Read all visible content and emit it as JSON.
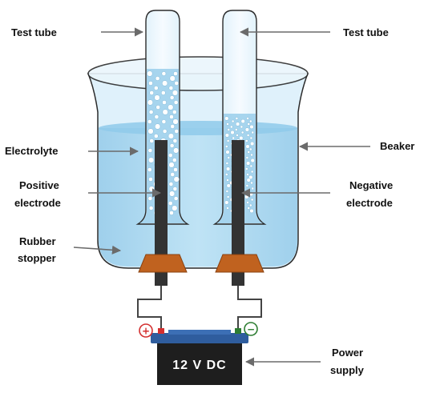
{
  "labels": {
    "test_tube_left": "Test tube",
    "test_tube_right": "Test tube",
    "electrolyte": "Electrolyte",
    "beaker": "Beaker",
    "positive_line1": "Positive",
    "positive_line2": "electrode",
    "negative_line1": "Negative",
    "negative_line2": "electrode",
    "rubber_line1": "Rubber",
    "rubber_line2": "stopper",
    "power_line1": "Power",
    "power_line2": "supply"
  },
  "battery": {
    "label": "12 V DC"
  },
  "terminals": {
    "positive_symbol": "+",
    "negative_symbol": "−"
  },
  "colors": {
    "water": "#a9d6ef",
    "water_surface": "#8fcaea",
    "beaker_edge": "#2b2b2b",
    "electrode": "#333333",
    "stopper": "#c0621f",
    "positive": "#d32f2f",
    "negative": "#2e7d32",
    "battery_body": "#1e1e1e",
    "battery_top": "#2f5d9e",
    "arrow": "#6b6b6b"
  }
}
